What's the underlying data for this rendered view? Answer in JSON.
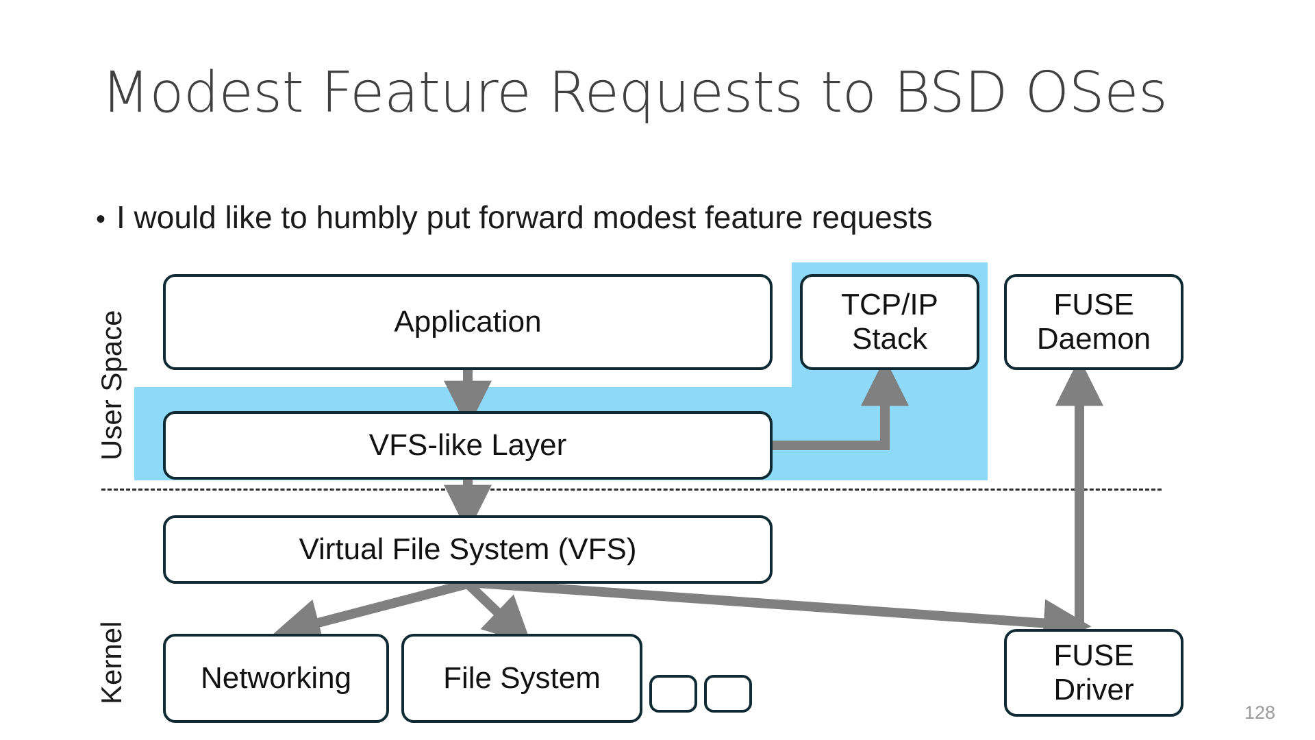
{
  "slide": {
    "title": "Modest Feature Requests to BSD OSes",
    "page_number": "128",
    "background_color": "#ffffff",
    "highlight_color": "#8ED8F8",
    "box_border_color": "#102A33",
    "arrow_color": "#808080",
    "divider_color": "#2b2b2b"
  },
  "bullets": [
    {
      "marker": "•",
      "text": "I would like to humbly put forward modest feature requests"
    }
  ],
  "diagram": {
    "region_labels": [
      {
        "id": "user-space",
        "text": "User Space"
      },
      {
        "id": "kernel",
        "text": "Kernel"
      }
    ],
    "boxes": [
      {
        "id": "application",
        "label": "Application"
      },
      {
        "id": "tcpip-stack",
        "label": "TCP/IP\nStack"
      },
      {
        "id": "fuse-daemon",
        "label": "FUSE\nDaemon"
      },
      {
        "id": "vfs-like",
        "label": "VFS-like Layer"
      },
      {
        "id": "vfs",
        "label": "Virtual File System (VFS)"
      },
      {
        "id": "networking",
        "label": "Networking"
      },
      {
        "id": "file-system",
        "label": "File System"
      },
      {
        "id": "blank-1",
        "label": ""
      },
      {
        "id": "blank-2",
        "label": ""
      },
      {
        "id": "fuse-driver",
        "label": "FUSE\nDriver"
      }
    ],
    "connections": [
      {
        "from": "application",
        "to": "vfs-like",
        "style": "arrow-down"
      },
      {
        "from": "vfs-like",
        "to": "tcpip-stack",
        "style": "elbow-up"
      },
      {
        "from": "vfs-like",
        "to": "vfs",
        "style": "arrow-down"
      },
      {
        "from": "vfs",
        "to": "networking",
        "style": "arrow-diag-left"
      },
      {
        "from": "vfs",
        "to": "file-system",
        "style": "arrow-diag-down"
      },
      {
        "from": "vfs",
        "to": "fuse-driver",
        "style": "arrow-diag-right"
      },
      {
        "from": "fuse-driver",
        "to": "fuse-daemon",
        "style": "arrow-up-long"
      }
    ],
    "highlights": [
      {
        "id": "tcpip-column",
        "covers": [
          "tcpip-stack"
        ]
      },
      {
        "id": "vfs-like-band",
        "covers": [
          "vfs-like"
        ]
      }
    ]
  }
}
